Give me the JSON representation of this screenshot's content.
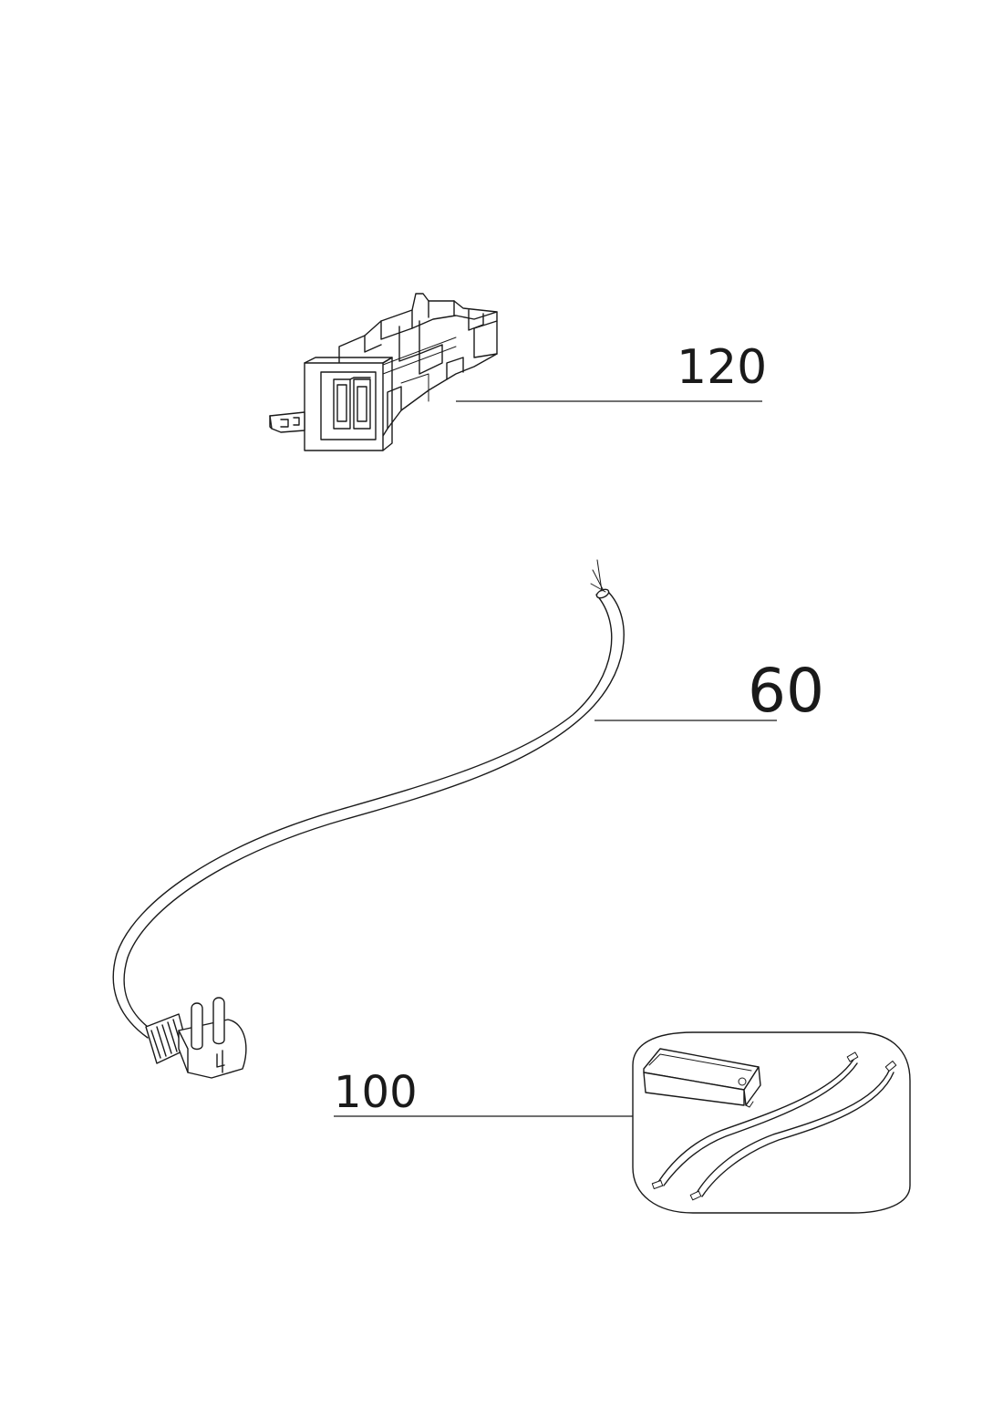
{
  "callouts": {
    "switch": "120",
    "cable": "60",
    "kit": "100"
  },
  "parts": [
    {
      "id": "switch",
      "icon": "rocker-switch-icon"
    },
    {
      "id": "cable",
      "icon": "power-cord-plug-icon"
    },
    {
      "id": "kit",
      "icon": "led-driver-kit-icon"
    }
  ],
  "colors": {
    "line": "#1a1a1a",
    "background": "#ffffff"
  }
}
